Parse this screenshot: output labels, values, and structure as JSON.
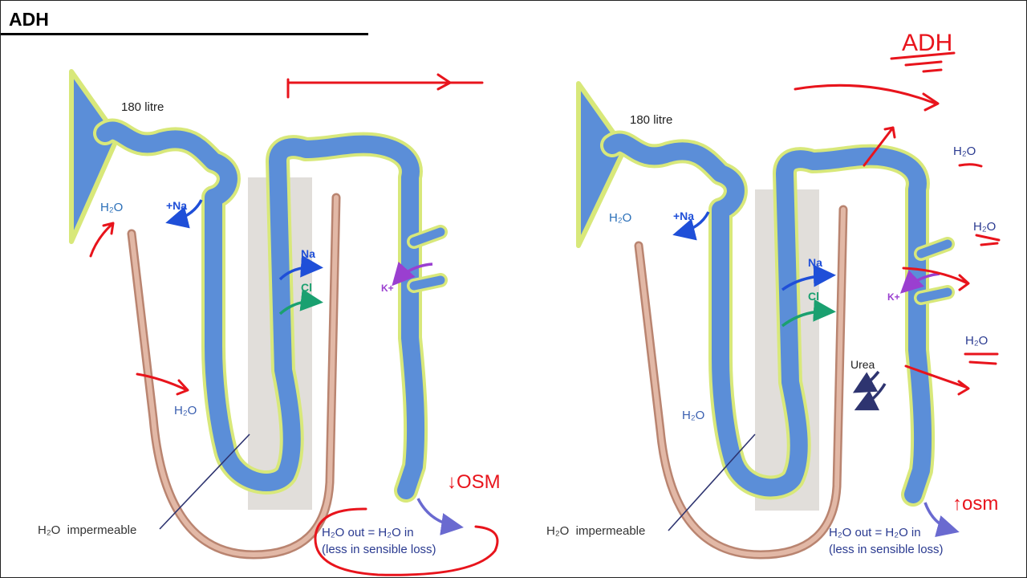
{
  "slide": {
    "title": "ADH"
  },
  "left_panel": {
    "volume": "180 litre",
    "h2o_top": "H₂O",
    "na_plus": "+Na",
    "na": "Na",
    "cl": "Cl",
    "k_plus": "K+",
    "h2o_desc": "H₂O",
    "impermeable": "H₂O  impermeable",
    "out_eq_in": "H₂O out = H₂O in",
    "sensible": "(less in sensible loss)"
  },
  "right_panel": {
    "volume": "180 litre",
    "h2o_top": "H₂O",
    "na_plus": "+Na",
    "na": "Na",
    "cl": "Cl",
    "k_plus": "K+",
    "urea": "Urea",
    "h2o_desc": "H₂O",
    "impermeable": "H₂O  impermeable",
    "out_eq_in": "H₂O out = H₂O in",
    "sensible": "(less in sensible loss)"
  },
  "annotations": {
    "adh": "ADH",
    "low_osm": "↓OSM",
    "high_osm": "↑osm",
    "h2o_1": "H₂O",
    "h2o_2": "H₂O",
    "h2o_3": "H₂O"
  },
  "colors": {
    "tubule_fill": "#5b8ed8",
    "tubule_edge": "#d8e87a",
    "vessel": "#c99a86",
    "ink_red": "#e8141c",
    "na_blue": "#1f4fd8",
    "cl_green": "#1aa070",
    "k_purple": "#9a3fd0",
    "urea_navy": "#2e3470",
    "label_blue": "#3a5fb0"
  }
}
